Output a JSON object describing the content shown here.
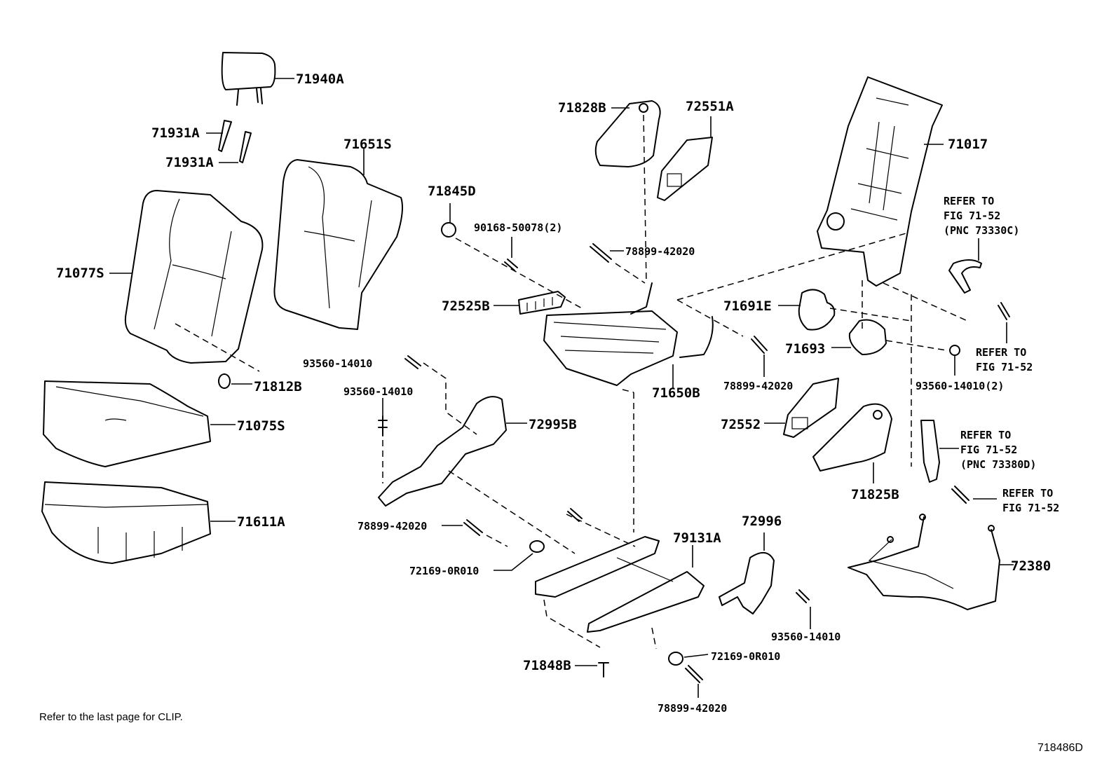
{
  "labels": {
    "p71940A": "71940A",
    "p71931A_1": "71931A",
    "p71931A_2": "71931A",
    "p71651S": "71651S",
    "p71077S": "71077S",
    "p71812B": "71812B",
    "p71075S": "71075S",
    "p71611A": "71611A",
    "p71845D": "71845D",
    "p90168": "90168-50078(2)",
    "p72525B": "72525B",
    "p93560_a": "93560-14010",
    "p93560_b": "93560-14010",
    "p72995B": "72995B",
    "p78899_a": "78899-42020",
    "p72169_a": "72169-0R010",
    "p71828B": "71828B",
    "p72551A": "72551A",
    "p78899_b": "78899-42020",
    "p71650B": "71650B",
    "p79131A": "79131A",
    "p71848B": "71848B",
    "p72169_b": "72169-0R010",
    "p78899_c": "78899-42020",
    "p71691E": "71691E",
    "p71693": "71693",
    "p78899_d": "78899-42020",
    "p72552": "72552",
    "p72996": "72996",
    "p93560_c": "93560-14010",
    "p71017": "71017",
    "p93560_d": "93560-14010(2)",
    "p71825B": "71825B",
    "p72380": "72380"
  },
  "refers": {
    "r1": [
      "REFER TO",
      "FIG 71-52",
      "(PNC 73330C)"
    ],
    "r2": [
      "REFER TO",
      "FIG 71-52"
    ],
    "r3": [
      "REFER TO",
      "FIG 71-52",
      "(PNC 73380D)"
    ],
    "r4": [
      "REFER TO",
      "FIG 71-52"
    ]
  },
  "footer": {
    "note": "Refer to the last page for CLIP.",
    "figure_id": "718486D"
  }
}
